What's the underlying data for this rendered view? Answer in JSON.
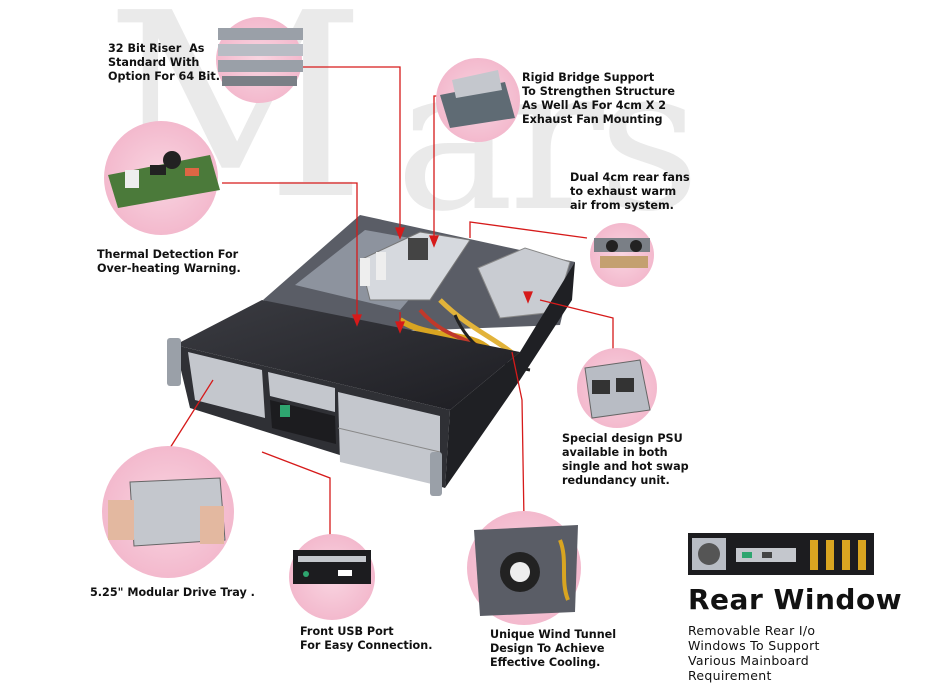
{
  "watermark": {
    "first": "M",
    "rest": "ars"
  },
  "labels": {
    "riser": "32 Bit Riser  As\nStandard With\nOption For 64 Bit.",
    "thermal": "Thermal Detection For\nOver-heating Warning.",
    "bridge": "Rigid Bridge Support\nTo Strengthen Structure\nAs Well As For 4cm X 2\nExhaust Fan Mounting",
    "fans": "Dual 4cm rear fans\nto exhaust warm\nair from system.",
    "psu": "Special design PSU\navailable in both\nsingle and hot swap\nredundancy unit.",
    "drive_tray": "5.25\" Modular Drive Tray .",
    "usb": "Front USB Port\nFor Easy Connection.",
    "wind_tunnel": "Unique Wind Tunnel\nDesign To Achieve\nEffective Cooling."
  },
  "rear_window": {
    "title": "Rear Window",
    "description": "Removable Rear I/o\nWindows To Support\nVarious Mainboard\nRequirement"
  },
  "colors": {
    "callout_line": "#d61a1a",
    "highlight_pink": "#f6c9d8",
    "chassis_dark": "#2a2a2e",
    "metal": "#b8bcc4"
  }
}
